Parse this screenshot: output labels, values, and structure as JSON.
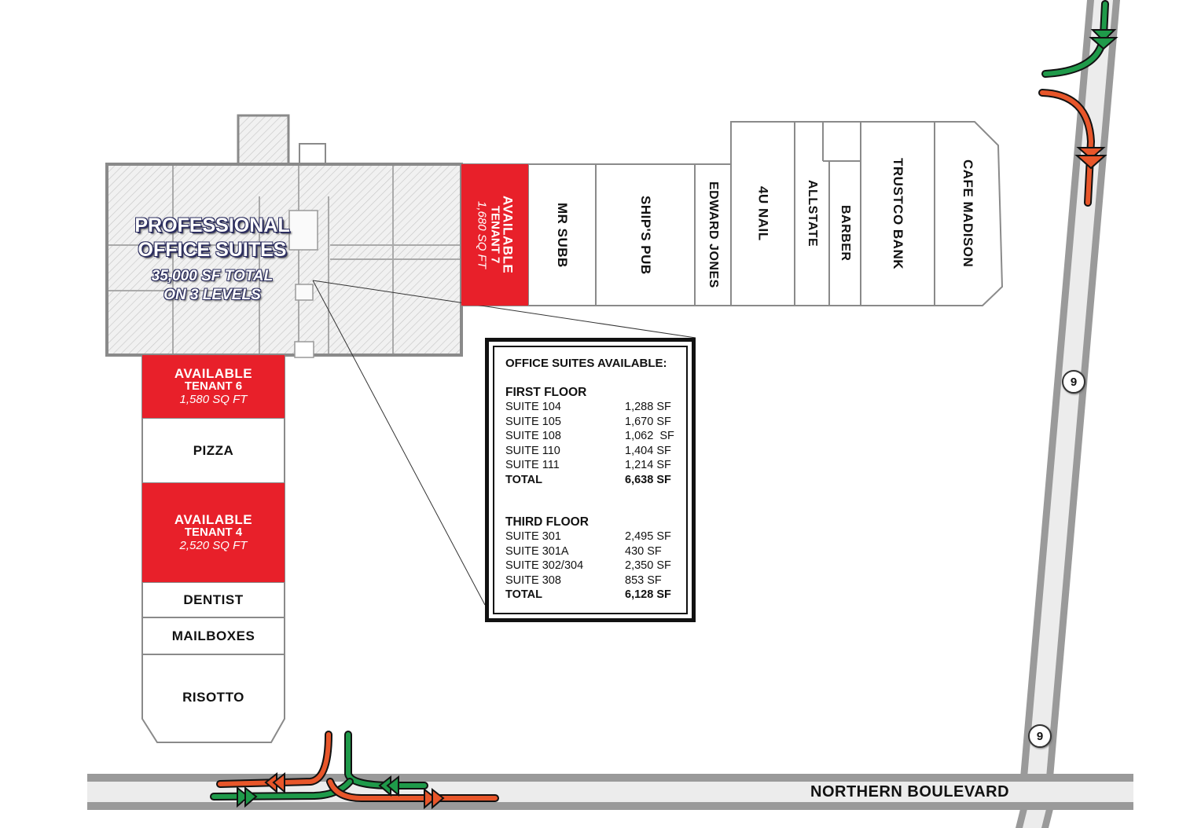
{
  "office": {
    "title_line1": "PROFESSIONAL",
    "title_line2": "OFFICE SUITES",
    "subtitle_line1": "35,000 SF TOTAL",
    "subtitle_line2": "ON 3 LEVELS"
  },
  "north_row": [
    {
      "name": "AVAILABLE",
      "tenant": "TENANT 7",
      "size": "1,680 SQ FT",
      "available": true
    },
    {
      "name": "MR SUBB"
    },
    {
      "name": "SHIP'S PUB"
    },
    {
      "name": "EDWARD JONES"
    },
    {
      "name": "4U NAIL"
    },
    {
      "name": "ALLSTATE"
    },
    {
      "name": "BARBER"
    },
    {
      "name": "TRUSTCO BANK"
    },
    {
      "name": "CAFE MADISON"
    }
  ],
  "west_row": [
    {
      "name": "AVAILABLE",
      "tenant": "TENANT 6",
      "size": "1,580 SQ FT",
      "available": true
    },
    {
      "name": "PIZZA"
    },
    {
      "name": "AVAILABLE",
      "tenant": "TENANT 4",
      "size": "2,520 SQ FT",
      "available": true
    },
    {
      "name": "DENTIST"
    },
    {
      "name": "MAILBOXES"
    },
    {
      "name": "RISOTTO"
    }
  ],
  "info_box": {
    "heading": "OFFICE SUITES AVAILABLE:",
    "floors": [
      {
        "label": "FIRST FLOOR",
        "suites": [
          {
            "name": "SUITE 104",
            "size": "1,288 SF"
          },
          {
            "name": "SUITE 105",
            "size": "1,670 SF"
          },
          {
            "name": "SUITE 108",
            "size": "1,062  SF"
          },
          {
            "name": "SUITE 110",
            "size": "1,404 SF"
          },
          {
            "name": "SUITE 111",
            "size": "1,214 SF"
          }
        ],
        "total_label": "TOTAL",
        "total": "6,638 SF"
      },
      {
        "label": "THIRD FLOOR",
        "suites": [
          {
            "name": "SUITE 301",
            "size": "2,495 SF"
          },
          {
            "name": "SUITE 301A",
            "size": "430 SF"
          },
          {
            "name": "SUITE 302/304",
            "size": "2,350 SF"
          },
          {
            "name": "SUITE 308",
            "size": "853 SF"
          }
        ],
        "total_label": "TOTAL",
        "total": "6,128 SF"
      }
    ]
  },
  "roads": {
    "boulevard": "NORTHERN BOULEVARD",
    "route_shield_1": "9",
    "route_shield_2": "9"
  },
  "colors": {
    "available": "#e8202a",
    "ingress_arrow": "#1f9a4a",
    "egress_arrow": "#e8562a",
    "road_edge": "#9a9a9a",
    "road_fill": "#ececec",
    "office_hatch": "#d8d8d8"
  }
}
